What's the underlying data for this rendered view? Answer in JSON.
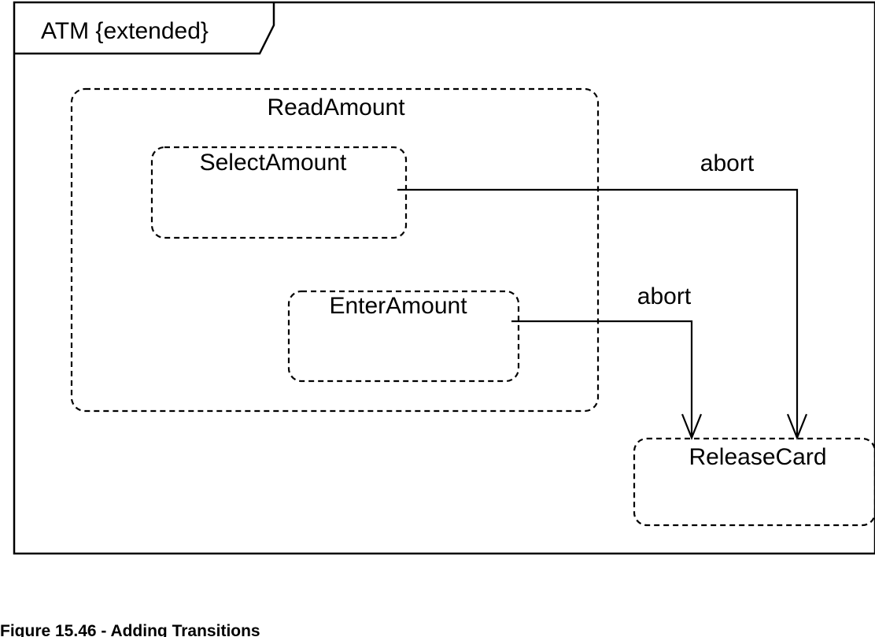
{
  "frame": {
    "title": "ATM {extended}"
  },
  "states": [
    {
      "id": "read-amount",
      "label": "ReadAmount"
    },
    {
      "id": "select-amount",
      "label": "SelectAmount"
    },
    {
      "id": "enter-amount",
      "label": "EnterAmount"
    },
    {
      "id": "release-card",
      "label": "ReleaseCard"
    }
  ],
  "transitions": [
    {
      "from": "SelectAmount",
      "to": "ReleaseCard",
      "label": "abort"
    },
    {
      "from": "EnterAmount",
      "to": "ReleaseCard",
      "label": "abort"
    }
  ],
  "caption": "Figure 15.46 - Adding Transitions"
}
